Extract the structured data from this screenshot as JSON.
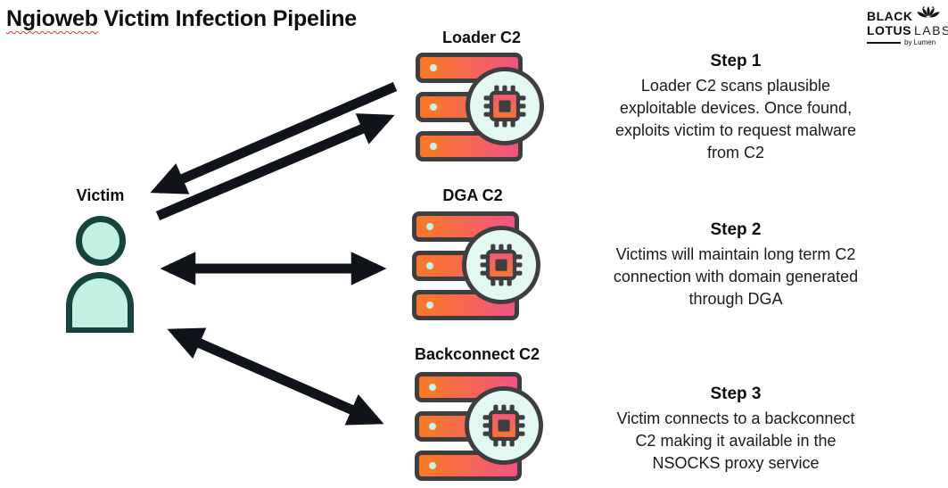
{
  "title": {
    "misspelled": "Ngioweb",
    "rest": "Victim Infection Pipeline"
  },
  "logo": {
    "black": "BLACK",
    "lotus": "LOTUS",
    "labs": "LABS",
    "trademark": "™",
    "byline": "by Lumen"
  },
  "nodes": {
    "victim": {
      "label": "Victim",
      "icon": "person-icon"
    },
    "loader": {
      "label": "Loader C2",
      "icon": "server-icon"
    },
    "dga": {
      "label": "DGA C2",
      "icon": "server-icon"
    },
    "backconnect": {
      "label": "Backconnect C2",
      "icon": "server-icon"
    }
  },
  "edges": [
    {
      "from": "Loader C2",
      "to": "Victim",
      "direction": "one-way"
    },
    {
      "from": "Victim",
      "to": "Loader C2",
      "direction": "one-way"
    },
    {
      "from": "Victim",
      "to": "DGA C2",
      "direction": "two-way"
    },
    {
      "from": "Victim",
      "to": "Backconnect C2",
      "direction": "two-way"
    }
  ],
  "steps": [
    {
      "heading": "Step 1",
      "lines": [
        "Loader C2 scans plausible",
        "exploitable devices. Once found,",
        "exploits victim to request malware",
        "from C2"
      ]
    },
    {
      "heading": "Step 2",
      "lines": [
        "Victims will maintain long term C2",
        "connection with domain generated",
        "through DGA"
      ]
    },
    {
      "heading": "Step 3",
      "lines": [
        "Victim connects to a backconnect",
        "C2 making it available in the",
        "NSOCKS proxy service"
      ]
    }
  ],
  "colors": {
    "text_black": "#0d0d0d",
    "server_orange": "#f8772c",
    "server_pink": "#f2567f",
    "outline_dark": "#3e3e41",
    "mint_dot": "#c8f2e6",
    "badge_mint": "#e3f8f2",
    "victim_outline": "#17433d",
    "victim_fill": "#c2f1e3",
    "arrow_black": "#101319",
    "spell_red": "#d93a2b"
  }
}
